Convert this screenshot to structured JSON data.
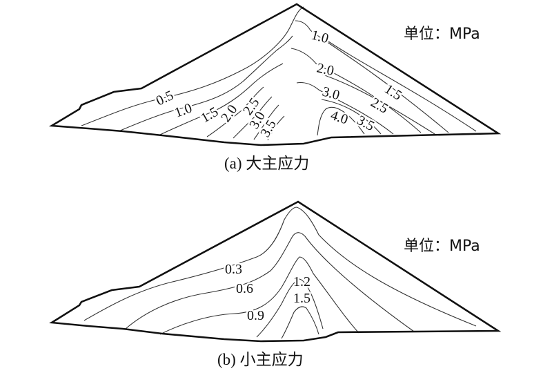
{
  "panel_a": {
    "unit_label": "单位：MPa",
    "caption": "(a) 大主应力",
    "contour_labels": {
      "l_0_5": "0.5",
      "l_1_0_left": "1.0",
      "l_1_5_left": "1.5",
      "l_2_0_left": "2.0",
      "l_2_5_left": "2.5",
      "l_3_0_left": "3.0",
      "l_3_5_left": "3.5",
      "l_1_0_right": "1.0",
      "l_2_0_right": "2.0",
      "l_3_0_right": "3.0",
      "l_4_0": "4.0",
      "l_1_5_right": "1.5",
      "l_2_5_right": "2.5",
      "l_3_5_right": "3.5"
    }
  },
  "panel_b": {
    "unit_label": "单位：MPa",
    "caption": "(b) 小主应力",
    "contour_labels": {
      "l_0_3": "0.3",
      "l_0_6": "0.6",
      "l_0_9": "0.9",
      "l_1_2": "1.2",
      "l_1_5": "1.5"
    }
  }
}
